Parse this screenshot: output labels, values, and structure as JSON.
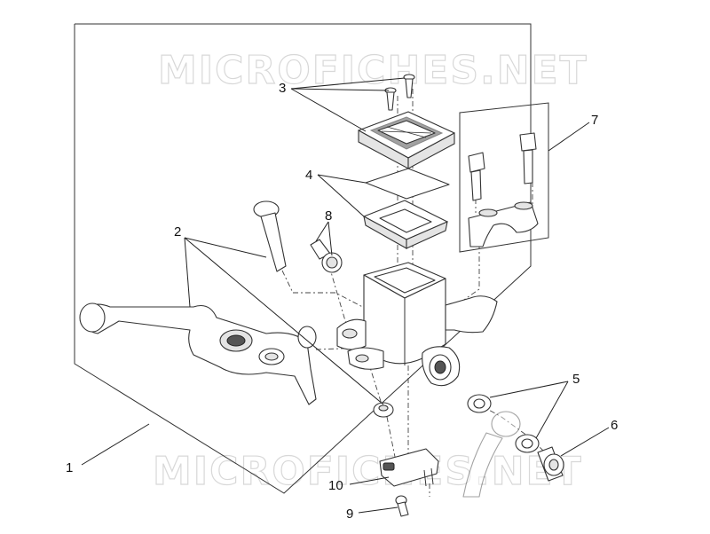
{
  "watermark": {
    "top": "MICROFICHES.NET",
    "bottom": "MICROFICHES.NET"
  },
  "callouts": [
    {
      "id": "1",
      "label": "1"
    },
    {
      "id": "2",
      "label": "2"
    },
    {
      "id": "3",
      "label": "3"
    },
    {
      "id": "4",
      "label": "4"
    },
    {
      "id": "5",
      "label": "5"
    },
    {
      "id": "6",
      "label": "6"
    },
    {
      "id": "7",
      "label": "7"
    },
    {
      "id": "8",
      "label": "8"
    },
    {
      "id": "9",
      "label": "9"
    },
    {
      "id": "10",
      "label": "10"
    }
  ]
}
